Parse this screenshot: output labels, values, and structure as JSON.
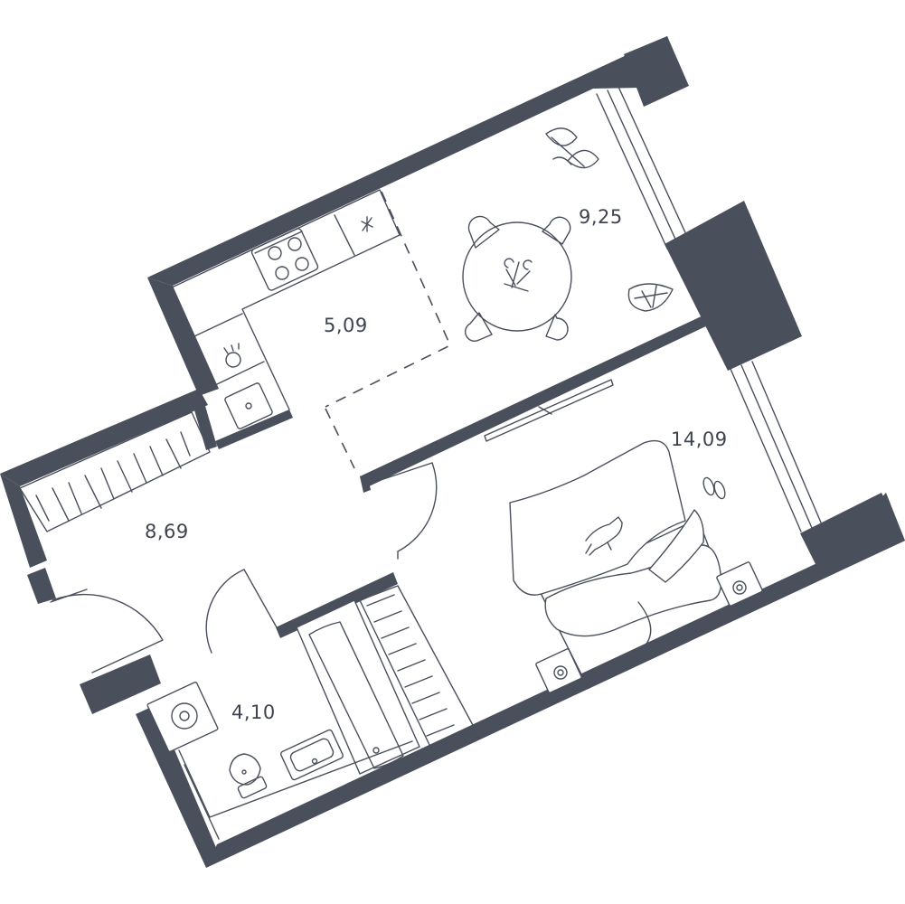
{
  "rooms": {
    "kitchen": {
      "area": "5,09"
    },
    "living": {
      "area": "9,25"
    },
    "bedroom": {
      "area": "14,09"
    },
    "hallway": {
      "area": "8,69"
    },
    "bathroom": {
      "area": "4,10"
    }
  },
  "colors": {
    "wall": "#4a4f5c",
    "background": "#ffffff"
  }
}
